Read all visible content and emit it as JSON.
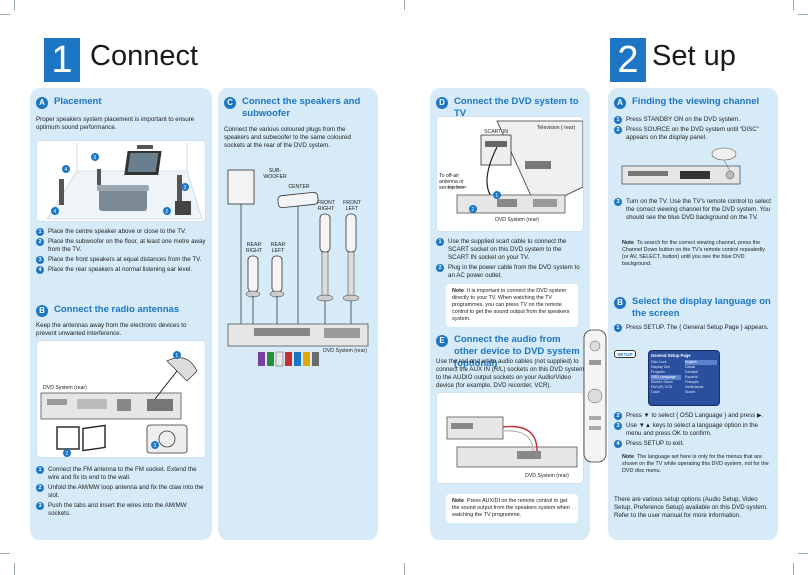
{
  "page1": {
    "number": "1",
    "title": "Connect",
    "placement": {
      "badge": "A",
      "title": "Placement",
      "intro": "Proper speakers system placement is important to ensure optimum sound performance.",
      "steps": [
        "Place the centre speaker above or close to the TV.",
        "Place the subwoofer on the floor, at least one metre away from the TV.",
        "Place the front speakers at equal distances from the TV.",
        "Place the rear speakers at normal listening ear level."
      ]
    },
    "antennas": {
      "badge": "B",
      "title": "Connect the radio antennas",
      "intro": "Keep the antennas away from the electronic devices to prevent unwanted interference.",
      "device_label": "DVD System (rear)",
      "steps": [
        "Connect the FM antenna to the FM socket.  Extend the wire and fix its end to the wall.",
        "Unfold the AM/MW loop antenna and fix the claw into the slot.",
        "Push the tabs and insert the wires into the AM/MW sockets."
      ]
    },
    "speakers": {
      "badge": "C",
      "title": "Connect the speakers and subwoofer",
      "intro": "Connect the various coloured plugs from the speakers and subwoofer to the same coloured sockets at the rear of the DVD system.",
      "labels": {
        "subwoofer": "SUB-WOOFER",
        "center": "CENTER",
        "front_right": "FRONT RIGHT",
        "front_left": "FRONT LEFT",
        "rear_right": "REAR RIGHT",
        "rear_left": "REAR LEFT",
        "device": "DVD System (rear)"
      }
    }
  },
  "page2": {
    "number": "2",
    "title": "Set up",
    "tv": {
      "badge": "D",
      "title": "Connect the DVD system to TV",
      "labels": {
        "scart_in": "SCART IN",
        "television": "Television ( rear)",
        "off_air": "To off-air antenna or set-top box",
        "device": "DVD System (rear)"
      },
      "steps": [
        "Use the supplied scart cable to connect the SCART socket on this DVD system to the SCART IN socket on your TV.",
        "Plug in the power cable from the DVD system to an AC power outlet."
      ],
      "note_label": "Note",
      "note": "It is important to connect the DVD system directly to your TV.  When watching the TV programmes, you can press TV on the remote control to get the sound output from the speakers system."
    },
    "audio": {
      "badge": "E",
      "title": "Connect the audio from other device to DVD system (optional)",
      "intro": "Use the red and white audio cables (not supplied) to connect the AUX IN (R/L) sockets on this DVD system to the AUDIO output sockets on your Audio/Video device (for example, DVD recorder, VCR).",
      "device_label": "DVD System (rear)",
      "note_label": "Note",
      "note": "Press AUX/DI on the remote control to get the sound output from the speakers system when watching the TV programme."
    },
    "channel": {
      "badge": "A",
      "title": "Finding the viewing channel",
      "steps": [
        "Press STANDBY ON on the DVD system.",
        "Press SOURCE on the DVD system until “DISC” appears on the display panel.",
        "Turn on the TV.  Use the TV's remote control to select the correct viewing channel for the DVD system. You should see the blue DVD background on the TV."
      ],
      "note_label": "Note",
      "note": "To search for the correct viewing channel, press the Channel Down button on the TV's remote control repeatedly (or AV, SELECT, button) until you see the blue DVD background."
    },
    "language": {
      "badge": "B",
      "title": "Select the display language on the screen",
      "steps": [
        "Press SETUP. The { General Setup Page } appears.",
        "Press ▼ to select { OSD Language } and press ▶.",
        "Use ▼▲ keys to select a language option in the menu and press OK to confirm.",
        "Press SETUP to exit."
      ],
      "setup_key": "SETUP",
      "menu_title": "General Setup Page",
      "menu_items": [
        "Disc Lock",
        "Display Dim",
        "Program",
        "OSD Language",
        "Screen Saver",
        "DivX(R) VOD Code"
      ],
      "menu_options": [
        "English",
        "Dansk",
        "Deutsch",
        "Español",
        "Français",
        "Nederlands",
        "Suomi"
      ],
      "note_label": "Note",
      "note": "The language set here is only for the menus that are shown on the TV while operating this DVD system, not for the DVD disc menu.",
      "footer": "There are various setup options (Audio Setup, Video Setup, Preference Setup) available on this DVD system. Refer to the user manual for more information."
    }
  },
  "colors": {
    "accent": "#1c76c4",
    "panel": "#d6eaf8"
  }
}
